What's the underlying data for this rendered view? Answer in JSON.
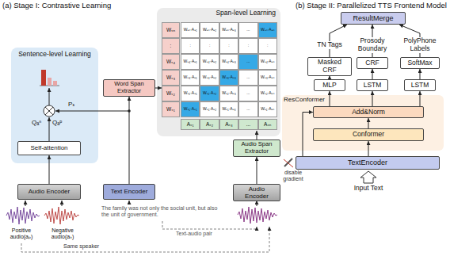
{
  "diagram": {
    "nodes": [
      {
        "text": [
          "Sentence-level Learning"
        ]
      },
      {
        "text": [
          "Span-level Learning"
        ]
      },
      {
        "text": [
          "Self-attention"
        ],
        "in": 0
      },
      {
        "text": [
          "Audio Encoder"
        ]
      },
      {
        "text": [
          "Word Span Extractor"
        ]
      },
      {
        "text": [
          "Text Encoder"
        ]
      },
      {
        "text": [
          "Audio Span Extractor"
        ]
      },
      {
        "text": [
          "Audio Encoder"
        ]
      },
      {
        "text": [
          "ResultMerge"
        ]
      },
      {
        "text": [
          "Masked CRF"
        ]
      },
      {
        "text": [
          "CRF"
        ]
      },
      {
        "text": [
          "SoftMax"
        ]
      },
      {
        "text": [
          "MLP"
        ]
      },
      {
        "text": [
          "LSTM"
        ]
      },
      {
        "text": [
          "LSTM"
        ]
      },
      {
        "text": [
          "ResConformer"
        ]
      },
      {
        "text": [
          "Add&Norm"
        ],
        "in": 15
      },
      {
        "text": [
          "Conformer"
        ],
        "in": 15
      },
      {
        "text": [
          "TextEncoder"
        ]
      }
    ],
    "edges": [
      {
        "from": 3,
        "to": 2,
        "arrow": "to"
      },
      {
        "from": 5,
        "to": 4,
        "arrow": "to"
      },
      {
        "from": 7,
        "to": 6,
        "arrow": "to"
      },
      {
        "from": 18,
        "to": 17,
        "arrow": "to"
      },
      {
        "from": 17,
        "to": 16,
        "arrow": "to"
      },
      {
        "from": 18,
        "to": 16,
        "arrow": "to"
      },
      {
        "from": 16,
        "to": 12,
        "arrow": "to"
      },
      {
        "from": 16,
        "to": 13,
        "arrow": "to"
      },
      {
        "from": 16,
        "to": 14,
        "arrow": "to"
      },
      {
        "from": 12,
        "to": 9,
        "arrow": "to"
      },
      {
        "from": 13,
        "to": 10,
        "arrow": "to"
      },
      {
        "from": 14,
        "to": 11,
        "arrow": "to"
      },
      {
        "from": 9,
        "to": 8,
        "arrow": "to",
        "label": "TN Tags"
      },
      {
        "from": 10,
        "to": 8,
        "arrow": "to",
        "label": "Prosody Boundary"
      },
      {
        "from": 11,
        "to": 8,
        "arrow": "to",
        "label": "PolyPhone Labels"
      }
    ],
    "labels": [
      "(a) Stage I: Contrastive Learning",
      "(b) Stage II: Parallelized TTS Frontend Model",
      "Wₛₙ",
      ":",
      "Wₛ₄",
      "Wₛ₃",
      "Wₛ₂",
      "Wₛ₁",
      "Wₛₙ·Aₛ₁",
      "Wₛₙ·Aₛ₂",
      "Wₛₙ·Aₛ₃",
      "...",
      "Wₛₙ·Aₛₙ",
      ":",
      ":",
      ":",
      ":",
      ":",
      "Wₛ₄·Aₛ₁",
      "Wₛ₄·Aₛ₂",
      "Wₛ₄·Aₛ₃",
      "...",
      "Wₛ₄·Aₛₙ",
      "Wₛ₃·Aₛ₁",
      "Wₛ₃·Aₛ₂",
      "Wₛ₃·Aₛ₃",
      "...",
      "Wₛ₃·Aₛₙ",
      "Wₛ₂·Aₛ₁",
      "Wₛ₂·Aₛ₂",
      "Wₛ₂·Aₛ₃",
      "...",
      "Wₛ₂·Aₛₙ",
      "Wₛ₁·Aₛ₁",
      "Wₛ₁·Aₛ₂",
      "Wₛ₁·Aₛ₃",
      "...",
      "Wₛ₁·Aₛₙ",
      "Aₛ₁",
      "Aₛ₂",
      "Aₛ₃",
      "...",
      "Aₛₙ",
      "Qₐⁿ",
      "Qₐᵖ",
      "Pₛ",
      "The family was not only the social unit, but also the unit of government.",
      "Text-audio pair",
      "Positive audio(aₚ)",
      "Negative audio(aₙ)",
      "Same speaker",
      "disable gradient",
      "Input Text"
    ]
  }
}
